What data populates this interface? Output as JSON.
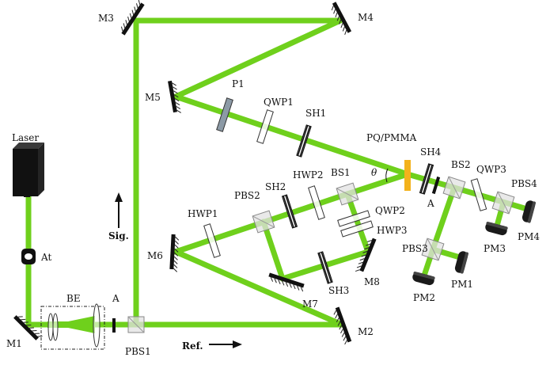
{
  "colors": {
    "beam": "#6fd01c",
    "mirror": "#111111",
    "hatch": "#222222",
    "sample": "#f3b21c",
    "polarizer": "#8c9aa6",
    "optic_stroke": "#333333",
    "cube_fill": "#e2e2e2",
    "detector": "#1a1a1a",
    "laser_body": "#111111"
  },
  "labels": {
    "laser": "Laser",
    "at": "At",
    "m1": "M1",
    "be": "BE",
    "a_main": "A",
    "pbs1": "PBS1",
    "ref": "Ref.",
    "sig": "Sig.",
    "m2": "M2",
    "m3": "M3",
    "m4": "M4",
    "m5": "M5",
    "m6": "M6",
    "m7": "M7",
    "m8": "M8",
    "p1": "P1",
    "qwp1": "QWP1",
    "sh1": "SH1",
    "pq_pmma": "PQ/PMMA",
    "theta": "θ",
    "sh4": "SH4",
    "a_sample": "A",
    "bs1": "BS1",
    "hwp2": "HWP2",
    "sh2": "SH2",
    "pbs2": "PBS2",
    "hwp1": "HWP1",
    "qwp2": "QWP2",
    "hwp3": "HWP3",
    "sh3": "SH3",
    "bs2": "BS2",
    "qwp3": "QWP3",
    "pbs4": "PBS4",
    "pbs3": "PBS3",
    "pm1": "PM1",
    "pm2": "PM2",
    "pm3": "PM3",
    "pm4": "PM4"
  }
}
